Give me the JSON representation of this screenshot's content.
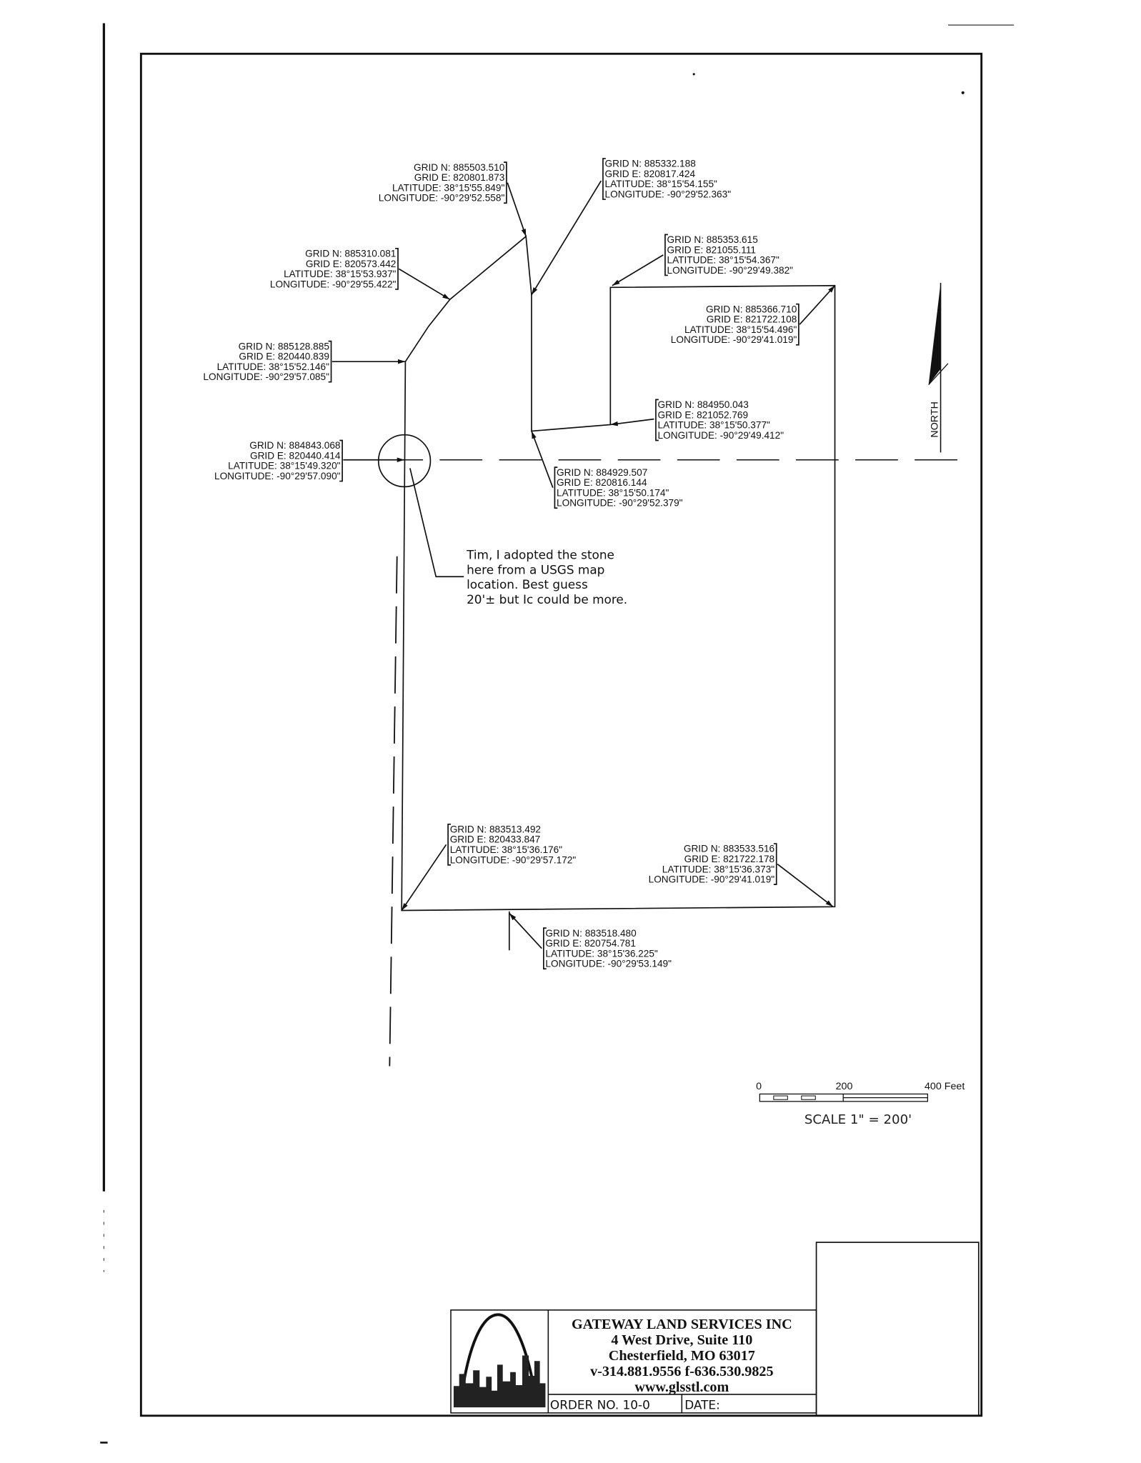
{
  "labels": [
    {
      "lines": [
        "GRID N: 885503.510",
        "GRID E: 820801.873",
        "LATITUDE:  38°15'55.849\"",
        "LONGITUDE:  -90°29'52.558\""
      ]
    },
    {
      "lines": [
        "GRID N: 885332.188",
        "GRID E: 820817.424",
        "LATITUDE:  38°15'54.155\"",
        "LONGITUDE:  -90°29'52.363\""
      ]
    },
    {
      "lines": [
        "GRID N: 885353.615",
        "GRID E: 821055.111",
        "LATITUDE:  38°15'54.367\"",
        "LONGITUDE:  -90°29'49.382\""
      ]
    },
    {
      "lines": [
        "GRID N: 885366.710",
        "GRID E: 821722.108",
        "LATITUDE:  38°15'54.496\"",
        "LONGITUDE:  -90°29'41.019\""
      ]
    },
    {
      "lines": [
        "GRID N: 885310.081",
        "GRID E: 820573.442",
        "LATITUDE:  38°15'53.937\"",
        "LONGITUDE:  -90°29'55.422\""
      ]
    },
    {
      "lines": [
        "GRID N: 885128.885",
        "GRID E: 820440.839",
        "LATITUDE:  38°15'52.146\"",
        "LONGITUDE:  -90°29'57.085\""
      ]
    },
    {
      "lines": [
        "GRID N: 884950.043",
        "GRID E: 821052.769",
        "LATITUDE:  38°15'50.377\"",
        "LONGITUDE:  -90°29'49.412\""
      ]
    },
    {
      "lines": [
        "GRID N: 884843.068",
        "GRID E: 820440.414",
        "LATITUDE:  38°15'49.320\"",
        "LONGITUDE:  -90°29'57.090\""
      ]
    },
    {
      "lines": [
        "GRID N: 884929.507",
        "GRID E: 820816.144",
        "LATITUDE:  38°15'50.174\"",
        "LONGITUDE:  -90°29'52.379\""
      ]
    },
    {
      "lines": [
        "GRID N: 883513.492",
        "GRID E: 820433.847",
        "LATITUDE:  38°15'36.176\"",
        "LONGITUDE:  -90°29'57.172\""
      ]
    },
    {
      "lines": [
        "GRID N: 883533.516",
        "GRID E: 821722.178",
        "LATITUDE:  38°15'36.373\"",
        "LONGITUDE:  -90°29'41.019\""
      ]
    },
    {
      "lines": [
        "GRID N: 883518.480",
        "GRID E: 820754.781",
        "LATITUDE:  38°15'36.225\"",
        "LONGITUDE:  -90°29'53.149\""
      ]
    }
  ],
  "note": [
    "Tim, I adopted the stone",
    "here from a USGS map",
    "location. Best guess",
    "20'± but Ic could be more."
  ],
  "north_label": "NORTH",
  "scale": {
    "tick_0": "0",
    "tick_200": "200",
    "tick_400": "400 Feet",
    "caption": "SCALE 1\" = 200'"
  },
  "title_block": {
    "company": "GATEWAY LAND SERVICES INC",
    "address": "4 West Drive, Suite 110",
    "city": "Chesterfield, MO 63017",
    "phone": "v-314.881.9556 f-636.530.9825",
    "website": "www.glsstl.com",
    "order_no": "ORDER NO. 10-0",
    "date_label": "DATE:"
  }
}
